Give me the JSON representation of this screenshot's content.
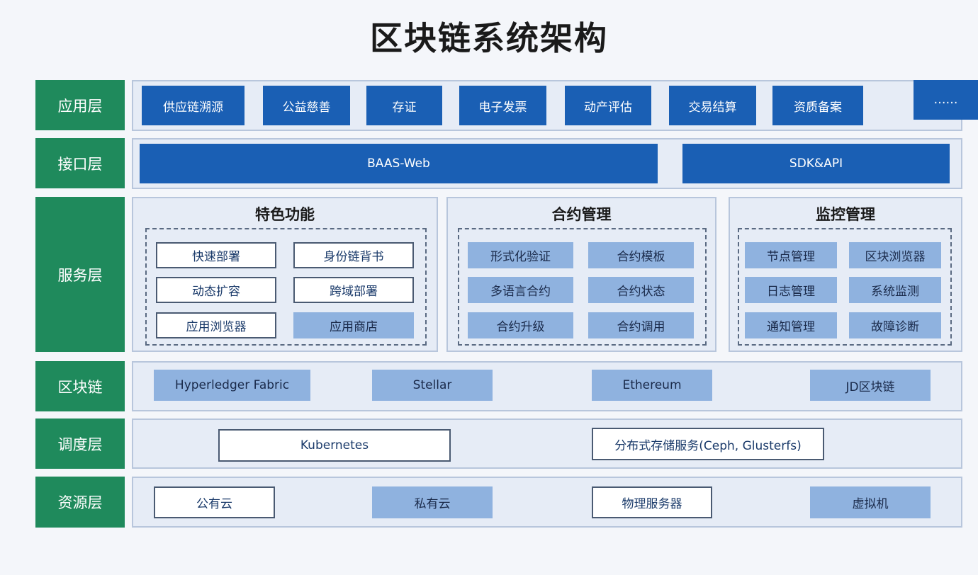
{
  "title": "区块链系统架构",
  "layers": {
    "app": "应用层",
    "interface": "接口层",
    "service": "服务层",
    "chain": "区块链",
    "schedule": "调度层",
    "resource": "资源层"
  },
  "app_items": [
    "供应链溯源",
    "公益慈善",
    "存证",
    "电子发票",
    "动产评估",
    "交易结算",
    "资质备案",
    "……"
  ],
  "interface_items": [
    "BAAS-Web",
    "SDK&API"
  ],
  "service": {
    "feature": {
      "title": "特色功能",
      "items": [
        "快速部署",
        "身份链背书",
        "动态扩容",
        "跨域部署",
        "应用浏览器",
        "应用商店"
      ]
    },
    "contract": {
      "title": "合约管理",
      "items": [
        "形式化验证",
        "合约模板",
        "多语言合约",
        "合约状态",
        "合约升级",
        "合约调用"
      ]
    },
    "monitor": {
      "title": "监控管理",
      "items": [
        "节点管理",
        "区块浏览器",
        "日志管理",
        "系统监测",
        "通知管理",
        "故障诊断"
      ]
    }
  },
  "chain_items": [
    "Hyperledger Fabric",
    "Stellar",
    "Ethereum",
    "JD区块链"
  ],
  "schedule_items": [
    "Kubernetes",
    "分布式存储服务(Ceph, Glusterfs)"
  ],
  "resource_items": [
    "公有云",
    "私有云",
    "物理服务器",
    "虚拟机"
  ]
}
